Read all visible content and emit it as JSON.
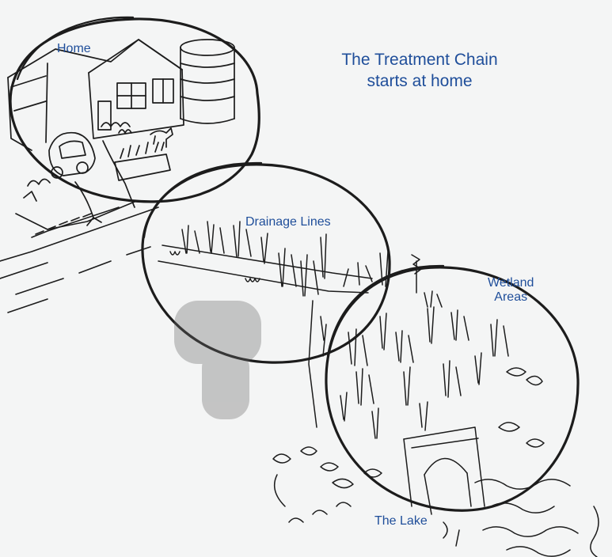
{
  "title": {
    "line1": "The Treatment Chain",
    "line2": "starts at home"
  },
  "labels": {
    "home": "Home",
    "drainage": "Drainage Lines",
    "wetland_line1": "Wetland",
    "wetland_line2": "Areas",
    "lake": "The Lake"
  },
  "colors": {
    "background": "#f4f5f5",
    "ink": "#1c1c1c",
    "label_blue": "#1f4e9a"
  }
}
